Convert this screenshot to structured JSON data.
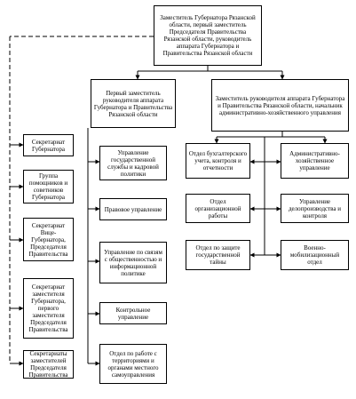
{
  "governor": "Заместитель Губернатора Рязанской области, первый заместитель Председателя Правительства Рязанской области, руководитель аппарата Губернатора и Правительства Рязанской области",
  "first_deputy": "Первый заместитель руководителя аппарата Губернатора и Правительства Рязанской области",
  "deputy_head": "Заместитель руководителя аппарата Губернатора и Правительства Рязанской области, начальник административно-хозяйственного управления",
  "secretariats": [
    "Секретариат Губернатора",
    "Группа помощников и советников Губернатора",
    "Секретариат Вице-Губернатора, Председателя Правительства",
    "Секретариат заместителя Губернатора, первого заместителя Председателя Правительства",
    "Секретариаты заместителей Председателя Правительства"
  ],
  "first_deputy_units": [
    "Управление государственной службы и кадровой политики",
    "Правовое управление",
    "Управление по связям с общественностью и информационной политике",
    "Контрольное управление",
    "Отдел по работе с территориями и органами местного самоуправления"
  ],
  "deputy_units_left": [
    "Отдел бухгалтерского учета, контроля и отчетности",
    "Отдел организационной работы",
    "Отдел по защите государственной тайны"
  ],
  "deputy_units_right": [
    "Административно-хозяйственное управление",
    "Управление делопроизводства и контроля",
    "Военно-мобилизационный отдел"
  ]
}
